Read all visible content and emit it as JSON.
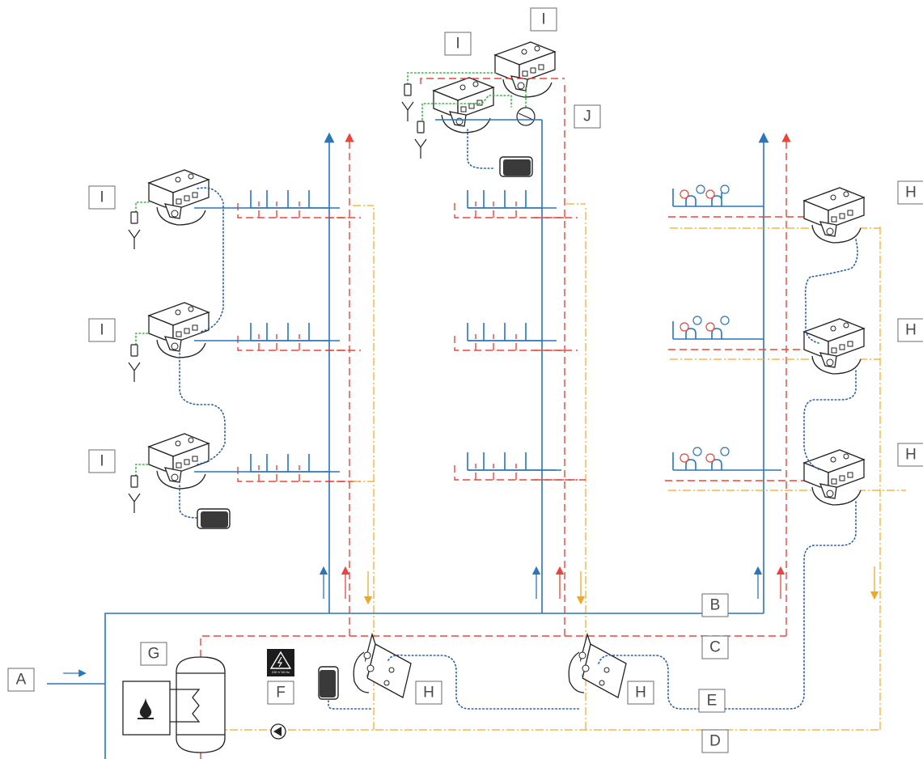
{
  "labels": {
    "A": "A",
    "B": "B",
    "C": "C",
    "D": "D",
    "E": "E",
    "F": "F",
    "G": "G",
    "H": "H",
    "I": "I",
    "J": "J"
  },
  "power_sign_text": "230 V 50 Hz",
  "colors": {
    "cold_water": "#2a75bb",
    "hot_water": "#e8463c",
    "circulation": "#f5a623",
    "signal_cable": "#2a5fa8",
    "sensor_cable": "#3bb34a"
  }
}
